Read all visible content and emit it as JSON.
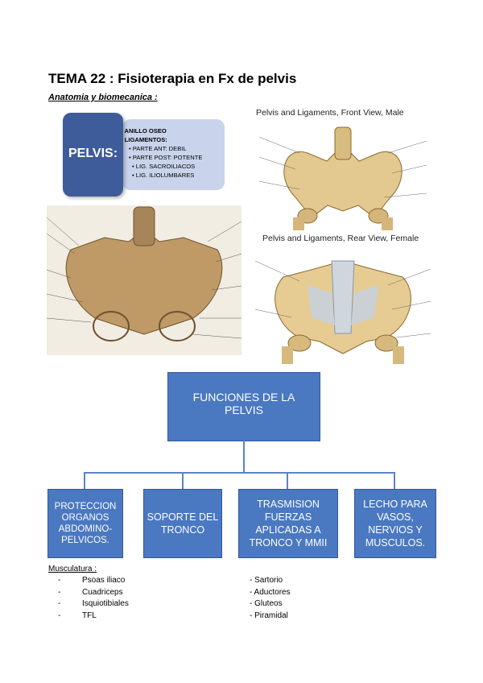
{
  "title": "TEMA 22 : Fisioterapia en Fx de pelvis",
  "subtitle": "Anatomia y biomecanica :",
  "pelvis_box": {
    "label": "PELVIS:",
    "items": [
      {
        "text": "• ANILLO OSEO",
        "level": 1
      },
      {
        "text": "• LIGAMENTOS:",
        "level": 1
      },
      {
        "text": "• PARTE ANT: DEBIL",
        "level": 2
      },
      {
        "text": "• PARTE POST: POTENTE",
        "level": 2
      },
      {
        "text": "• LIG. SACROILIACOS",
        "level": 2
      },
      {
        "text": "• LIG. ILIOLUMBARES",
        "level": 2
      }
    ]
  },
  "figures": {
    "front_title": "Pelvis and Ligaments, Front View, Male",
    "rear_title": "Pelvis and Ligaments, Rear View, Female"
  },
  "flowchart": {
    "root": "FUNCIONES DE LA PELVIS",
    "children": [
      "PROTECCION ORGANOS ABDOMINO-PELVICOS.",
      "SOPORTE DEL TRONCO",
      "TRASMISION FUERZAS APLICADAS A TRONCO Y MMII",
      "LECHO PARA VASOS, NERVIOS Y MUSCULOS."
    ]
  },
  "musculatura": {
    "heading": "Musculatura :",
    "left": [
      "Psoas iliaco",
      "Cuadriceps",
      "Isquiotibiales",
      "TFL"
    ],
    "right": [
      "- Sartorio",
      "- Aductores",
      "- Gluteos",
      "- Piramidal"
    ]
  },
  "colors": {
    "box_dark": "#3f5c9a",
    "box_light": "#c9d4ec",
    "flow_box": "#4a78c1"
  }
}
